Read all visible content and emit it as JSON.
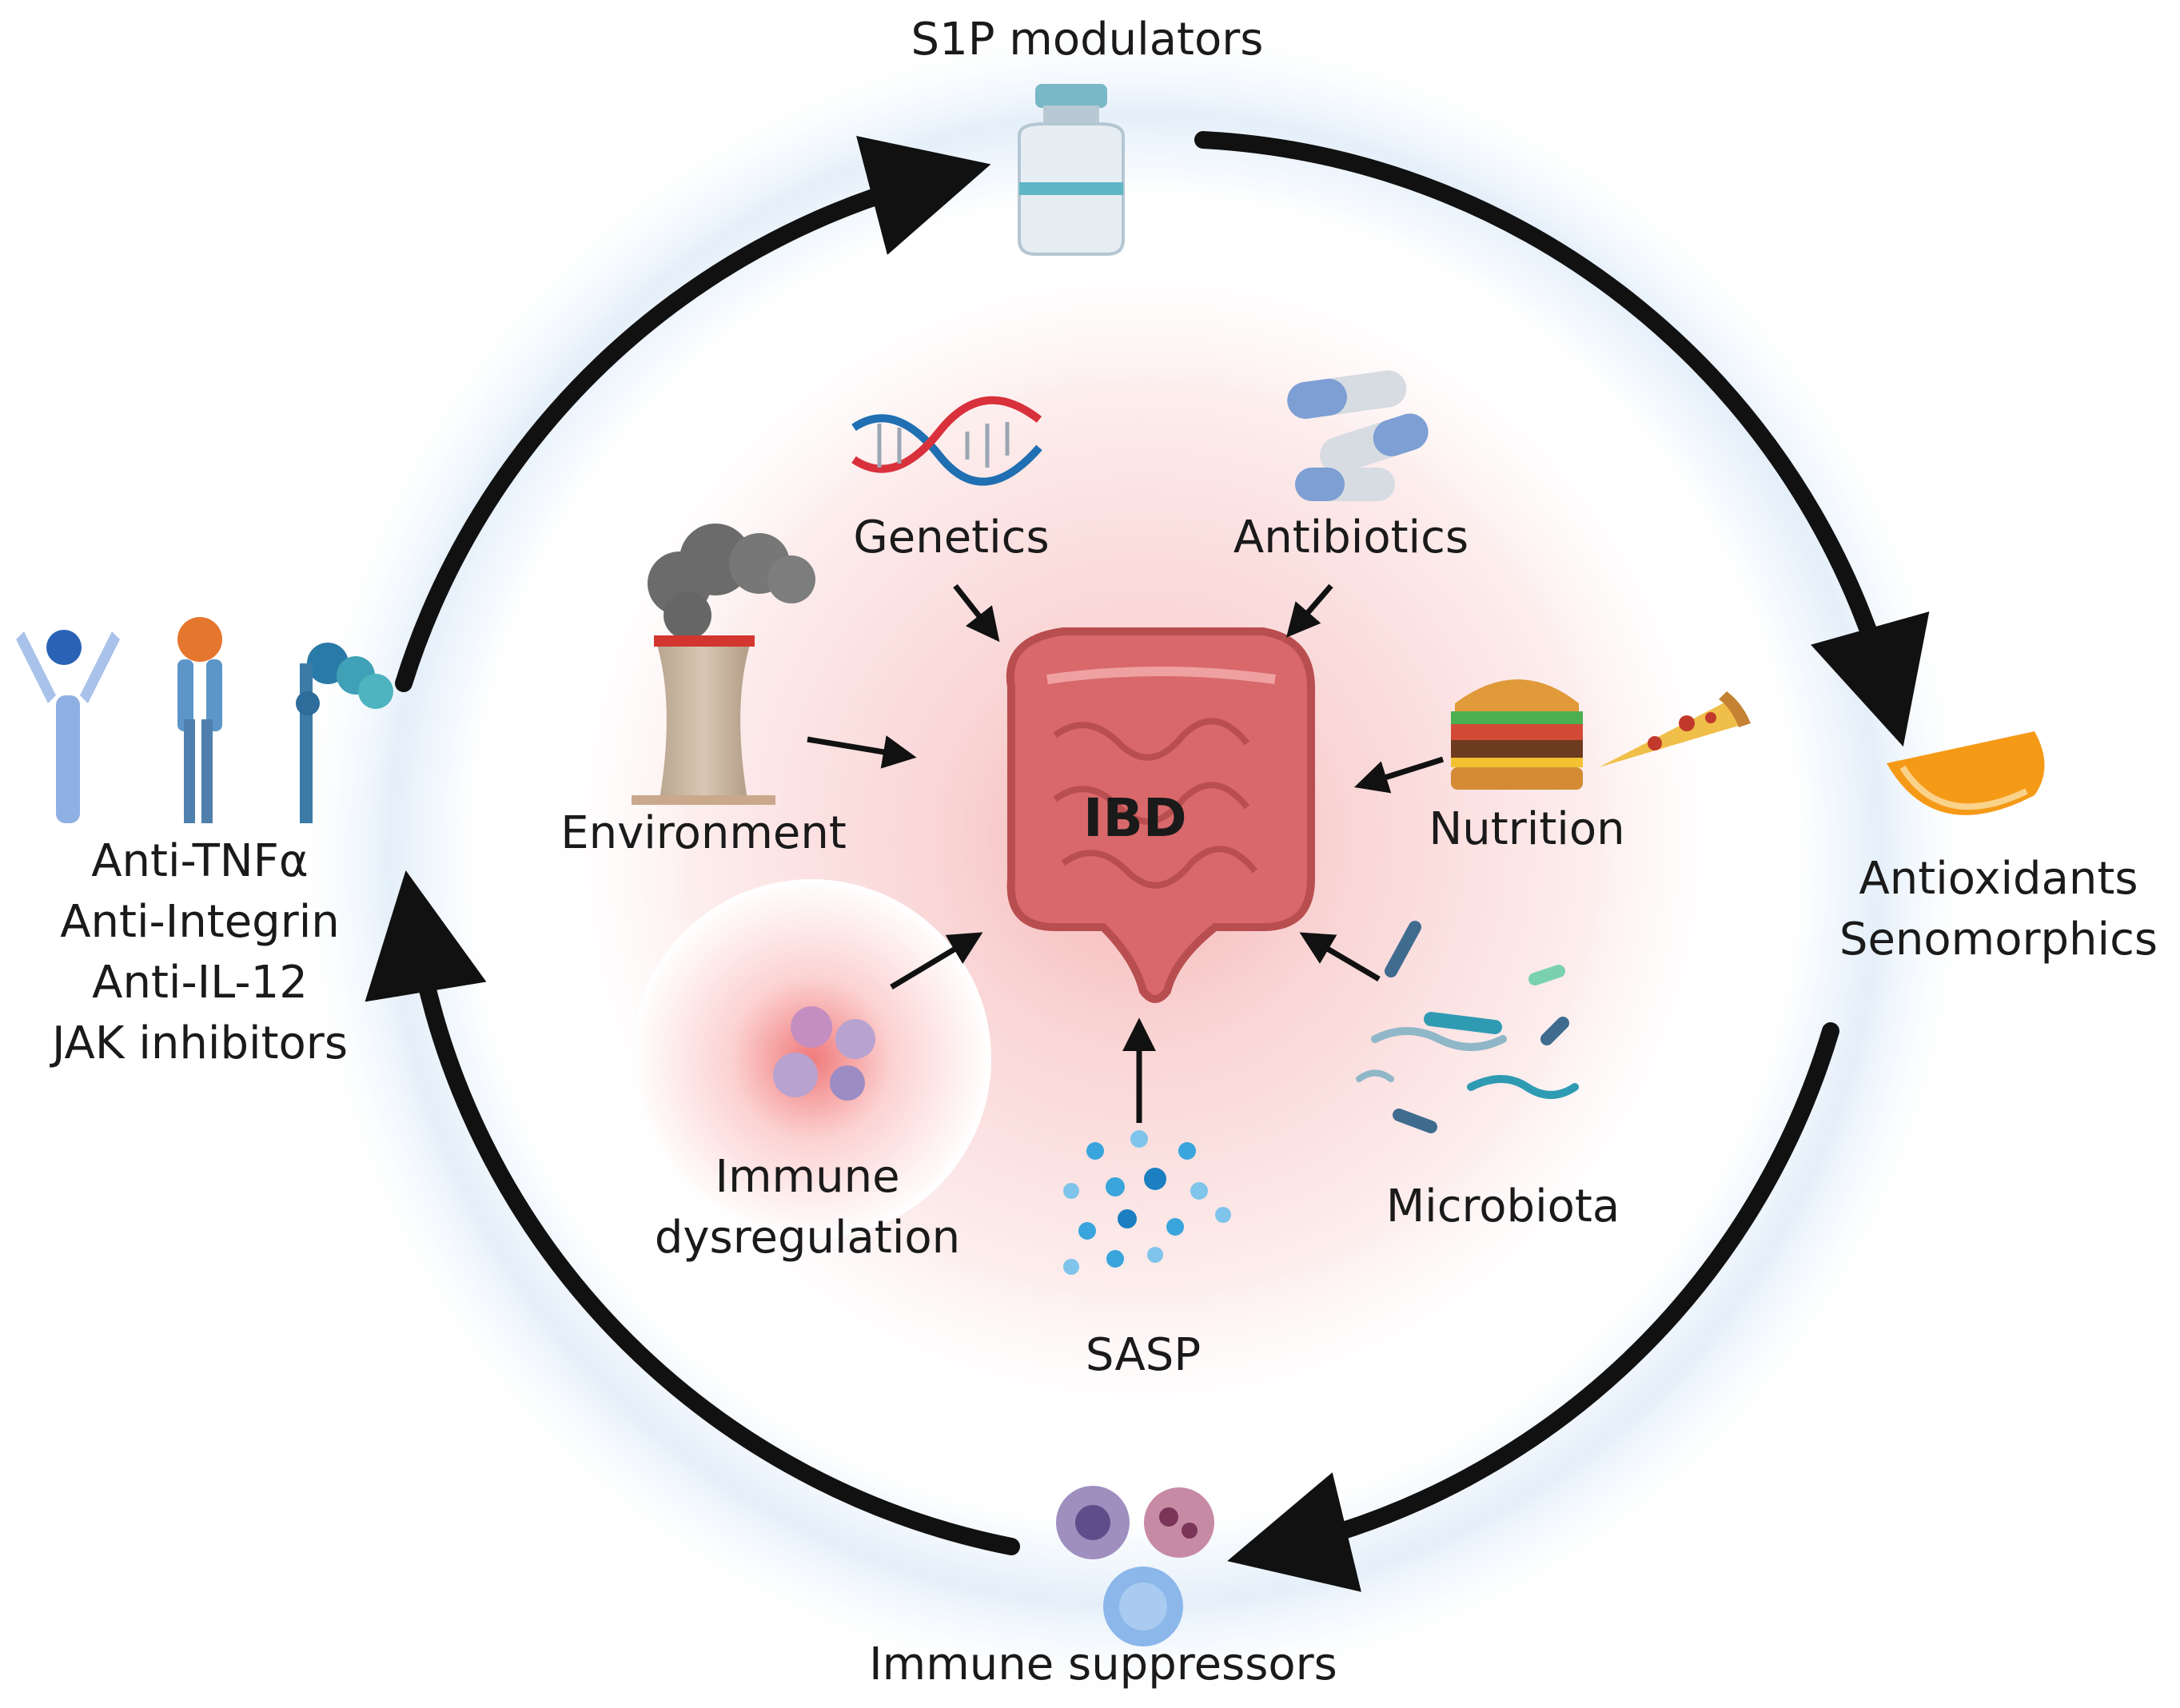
{
  "center": {
    "label": "IBD"
  },
  "factors": {
    "genetics": "Genetics",
    "antibiotics": "Antibiotics",
    "environment": "Environment",
    "nutrition": "Nutrition",
    "immune_line1": "Immune",
    "immune_line2": "dysregulation",
    "sasp": "SASP",
    "microbiota": "Microbiota"
  },
  "therapies": {
    "s1p": "S1P modulators",
    "antioxidants_line1": "Antioxidants",
    "antioxidants_line2": "Senomorphics",
    "immune_suppressors": "Immune suppressors",
    "biologics": [
      "Anti-TNFα",
      "Anti-Integrin",
      "Anti-IL-12",
      "JAK inhibitors"
    ]
  },
  "colors": {
    "arrow": "#111111",
    "halo_blue": "#dcebf7",
    "glow_red": "#f7c9c9",
    "intestine": "#d9686a",
    "dna_red": "#d8313b",
    "dna_blue": "#1f6fb2",
    "pill_blue": "#7d9fd3",
    "pill_grey": "#d7dbe2",
    "orange": "#f59a17",
    "factory": "#c9b8a5",
    "smoke": "#6b6b6b"
  },
  "icons": [
    "vial-icon",
    "dna-icon",
    "pill-icon",
    "factory-icon",
    "burger-icon",
    "pizza-icon",
    "orange-slice-icon",
    "antibody-icon",
    "immune-cell-icon",
    "bacteria-icon",
    "cytokine-dots-icon",
    "intestine-icon"
  ]
}
